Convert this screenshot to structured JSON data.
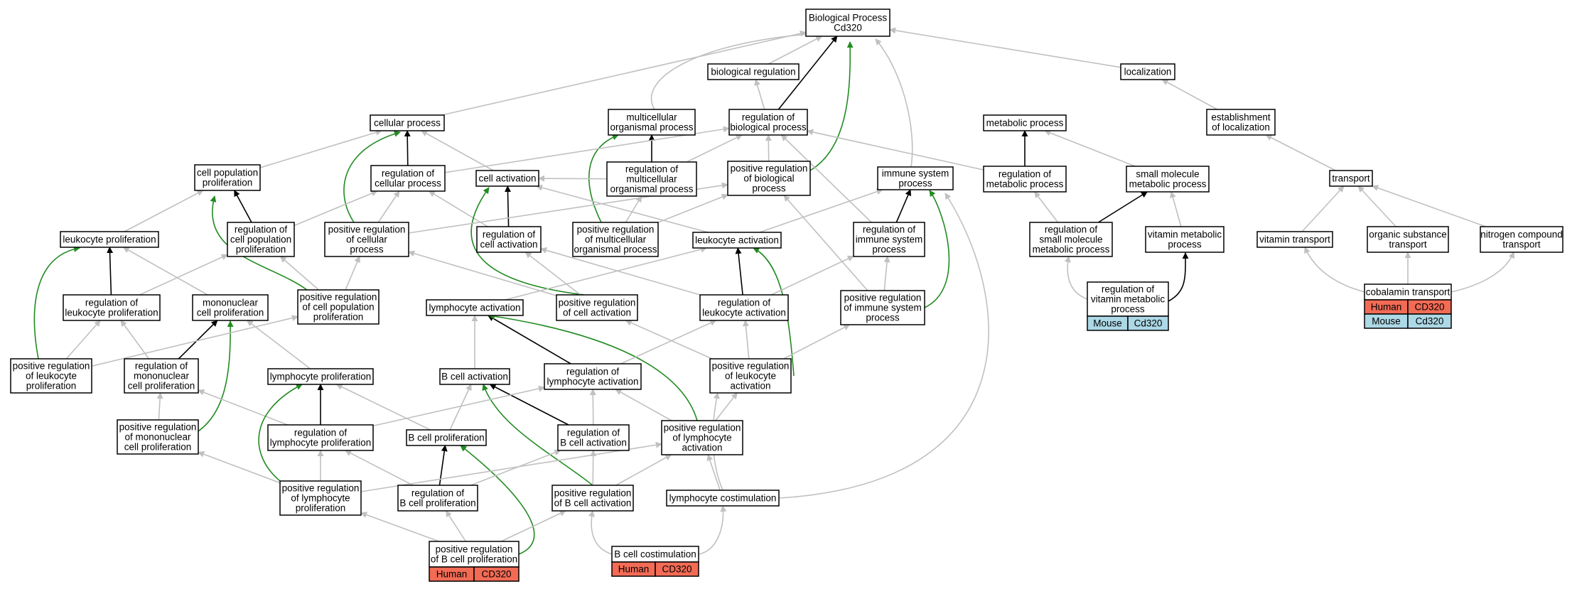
{
  "root": {
    "name": "root",
    "lines": [
      "Biological Process",
      "Cd320"
    ]
  },
  "nodes": [
    {
      "name": "biological-regulation",
      "lines": [
        "biological regulation"
      ]
    },
    {
      "name": "localization",
      "lines": [
        "localization"
      ]
    },
    {
      "name": "cellular-process",
      "lines": [
        "cellular process"
      ]
    },
    {
      "name": "multicellular-organismal-process",
      "lines": [
        "multicellular",
        "organismal process"
      ]
    },
    {
      "name": "regulation-of-biological-process",
      "lines": [
        "regulation of",
        "biological process"
      ]
    },
    {
      "name": "metabolic-process",
      "lines": [
        "metabolic process"
      ]
    },
    {
      "name": "establishment-of-localization",
      "lines": [
        "establishment",
        "of localization"
      ]
    },
    {
      "name": "cell-population-proliferation",
      "lines": [
        "cell population",
        "proliferation"
      ]
    },
    {
      "name": "regulation-of-cellular-process",
      "lines": [
        "regulation of",
        "cellular process"
      ]
    },
    {
      "name": "cell-activation",
      "lines": [
        "cell activation"
      ]
    },
    {
      "name": "regulation-of-multicellular-organismal-process",
      "lines": [
        "regulation of",
        "multicellular",
        "organismal process"
      ]
    },
    {
      "name": "positive-regulation-of-biological-process",
      "lines": [
        "positive regulation",
        "of biological",
        "process"
      ]
    },
    {
      "name": "immune-system-process",
      "lines": [
        "immune system",
        "process"
      ]
    },
    {
      "name": "regulation-of-metabolic-process",
      "lines": [
        "regulation of",
        "metabolic process"
      ]
    },
    {
      "name": "small-molecule-metabolic-process",
      "lines": [
        "small molecule",
        "metabolic process"
      ]
    },
    {
      "name": "transport",
      "lines": [
        "transport"
      ]
    },
    {
      "name": "leukocyte-proliferation",
      "lines": [
        "leukocyte proliferation"
      ]
    },
    {
      "name": "regulation-of-cell-population-proliferation",
      "lines": [
        "regulation of",
        "cell population",
        "proliferation"
      ]
    },
    {
      "name": "positive-regulation-of-cellular-process",
      "lines": [
        "positive regulation",
        "of cellular",
        "process"
      ]
    },
    {
      "name": "regulation-of-cell-activation",
      "lines": [
        "regulation of",
        "cell activation"
      ]
    },
    {
      "name": "positive-regulation-of-multicellular-organismal-process",
      "lines": [
        "positive regulation",
        "of multicellular",
        "organismal process"
      ]
    },
    {
      "name": "leukocyte-activation",
      "lines": [
        "leukocyte activation"
      ]
    },
    {
      "name": "regulation-of-immune-system-process",
      "lines": [
        "regulation of",
        "immune system",
        "process"
      ]
    },
    {
      "name": "regulation-of-small-molecule-metabolic-process",
      "lines": [
        "regulation of",
        "small molecule",
        "metabolic process"
      ]
    },
    {
      "name": "vitamin-metabolic-process",
      "lines": [
        "vitamin metabolic",
        "process"
      ]
    },
    {
      "name": "vitamin-transport",
      "lines": [
        "vitamin transport"
      ]
    },
    {
      "name": "organic-substance-transport",
      "lines": [
        "organic substance",
        "transport"
      ]
    },
    {
      "name": "nitrogen-compound-transport",
      "lines": [
        "nitrogen compound",
        "transport"
      ]
    },
    {
      "name": "regulation-of-leukocyte-proliferation",
      "lines": [
        "regulation of",
        "leukocyte proliferation"
      ]
    },
    {
      "name": "mononuclear-cell-proliferation",
      "lines": [
        "mononuclear",
        "cell proliferation"
      ]
    },
    {
      "name": "positive-regulation-of-cell-population-proliferation",
      "lines": [
        "positive regulation",
        "of cell population",
        "proliferation"
      ]
    },
    {
      "name": "lymphocyte-activation",
      "lines": [
        "lymphocyte activation"
      ]
    },
    {
      "name": "positive-regulation-of-cell-activation",
      "lines": [
        "positive regulation",
        "of cell activation"
      ]
    },
    {
      "name": "regulation-of-leukocyte-activation",
      "lines": [
        "regulation of",
        "leukocyte activation"
      ]
    },
    {
      "name": "positive-regulation-of-immune-system-process",
      "lines": [
        "positive regulation",
        "of immune system",
        "process"
      ]
    },
    {
      "name": "regulation-of-vitamin-metabolic-process",
      "lines": [
        "regulation of",
        "vitamin metabolic",
        "process"
      ]
    },
    {
      "name": "cobalamin-transport",
      "lines": [
        "cobalamin transport"
      ]
    },
    {
      "name": "positive-regulation-of-leukocyte-proliferation",
      "lines": [
        "positive regulation",
        "of leukocyte",
        "proliferation"
      ]
    },
    {
      "name": "regulation-of-mononuclear-cell-proliferation",
      "lines": [
        "regulation of",
        "mononuclear",
        "cell proliferation"
      ]
    },
    {
      "name": "lymphocyte-proliferation",
      "lines": [
        "lymphocyte proliferation"
      ]
    },
    {
      "name": "b-cell-activation",
      "lines": [
        "B cell activation"
      ]
    },
    {
      "name": "regulation-of-lymphocyte-activation",
      "lines": [
        "regulation of",
        "lymphocyte activation"
      ]
    },
    {
      "name": "positive-regulation-of-leukocyte-activation",
      "lines": [
        "positive regulation",
        "of leukocyte",
        "activation"
      ]
    },
    {
      "name": "positive-regulation-of-mononuclear-cell-proliferation",
      "lines": [
        "positive regulation",
        "of mononuclear",
        "cell proliferation"
      ]
    },
    {
      "name": "regulation-of-lymphocyte-proliferation",
      "lines": [
        "regulation of",
        "lymphocyte proliferation"
      ]
    },
    {
      "name": "b-cell-proliferation",
      "lines": [
        "B cell proliferation"
      ]
    },
    {
      "name": "regulation-of-b-cell-activation",
      "lines": [
        "regulation of",
        "B cell activation"
      ]
    },
    {
      "name": "positive-regulation-of-lymphocyte-activation",
      "lines": [
        "positive regulation",
        "of lymphocyte",
        "activation"
      ]
    },
    {
      "name": "positive-regulation-of-lymphocyte-proliferation",
      "lines": [
        "positive regulation",
        "of lymphocyte",
        "proliferation"
      ]
    },
    {
      "name": "regulation-of-b-cell-proliferation",
      "lines": [
        "regulation of",
        "B cell proliferation"
      ]
    },
    {
      "name": "positive-regulation-of-b-cell-activation",
      "lines": [
        "positive regulation",
        "of B cell activation"
      ]
    },
    {
      "name": "lymphocyte-costimulation",
      "lines": [
        "lymphocyte costimulation"
      ]
    },
    {
      "name": "positive-regulation-of-b-cell-proliferation",
      "lines": [
        "positive regulation",
        "of B cell proliferation"
      ]
    },
    {
      "name": "b-cell-costimulation",
      "lines": [
        "B cell costimulation"
      ]
    }
  ],
  "annotations": [
    {
      "node": "regulation-of-vitamin-metabolic-process",
      "species": "Mouse",
      "gene": "Cd320",
      "color": "#add8e6"
    },
    {
      "node": "cobalamin-transport",
      "species": "Human",
      "gene": "CD320",
      "color": "#f26b55"
    },
    {
      "node": "cobalamin-transport",
      "species": "Mouse",
      "gene": "Cd320",
      "color": "#add8e6"
    },
    {
      "node": "positive-regulation-of-b-cell-proliferation",
      "species": "Human",
      "gene": "CD320",
      "color": "#f26b55"
    },
    {
      "node": "b-cell-costimulation",
      "species": "Human",
      "gene": "CD320",
      "color": "#f26b55"
    }
  ],
  "edge_colors": {
    "is_a": "#c0c0c0",
    "regulates": "#000000",
    "positively_regulates": "#228b22"
  }
}
